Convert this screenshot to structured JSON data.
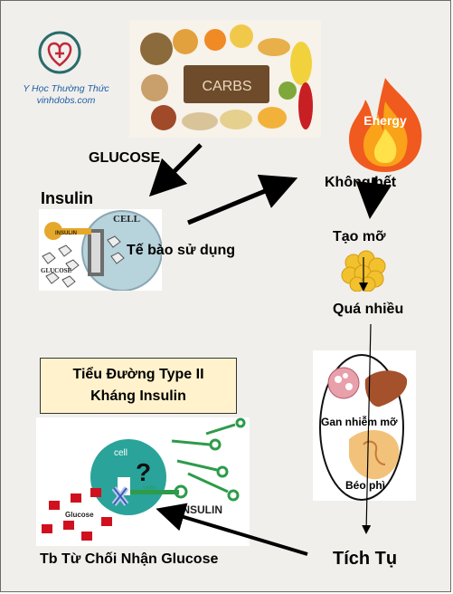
{
  "logo": {
    "line1": "Y Học Thường Thức",
    "line2": "vinhdobs.com"
  },
  "food_panel": {
    "carbs_label": "CARBS"
  },
  "labels": {
    "glucose": "GLUCOSE",
    "insulin": "Insulin",
    "cell_uses": "Tế bào sử dụng",
    "energy": "Energy",
    "not_used_up": "Không hết",
    "make_fat": "Tạo mỡ",
    "too_much": "Quá nhiều",
    "fatty_liver": "Gan nhiễm mỡ",
    "obesity": "Béo phì",
    "accumulate": "Tích Tụ",
    "rejects_glucose": "Tb Từ Chối Nhận Glucose"
  },
  "cell_illustration": {
    "cell": "CELL",
    "insulin_key": "INSULIN",
    "glucose": "GLUCOSE"
  },
  "diabetes_box": {
    "line1": "Tiểu Đường Type II",
    "line2": "Kháng Insulin"
  },
  "resistance_panel": {
    "cell": "cell",
    "glucose": "Glucose",
    "insulin": "INSULIN",
    "insulin_key": "insulin"
  },
  "colors": {
    "background": "#f1efeb",
    "box_fill": "#fff2cc",
    "fire_orange": "#f0641e",
    "cell_teal": "#2aa39a",
    "key_green": "#2d9b4a",
    "glucose_red": "#d0101f"
  }
}
